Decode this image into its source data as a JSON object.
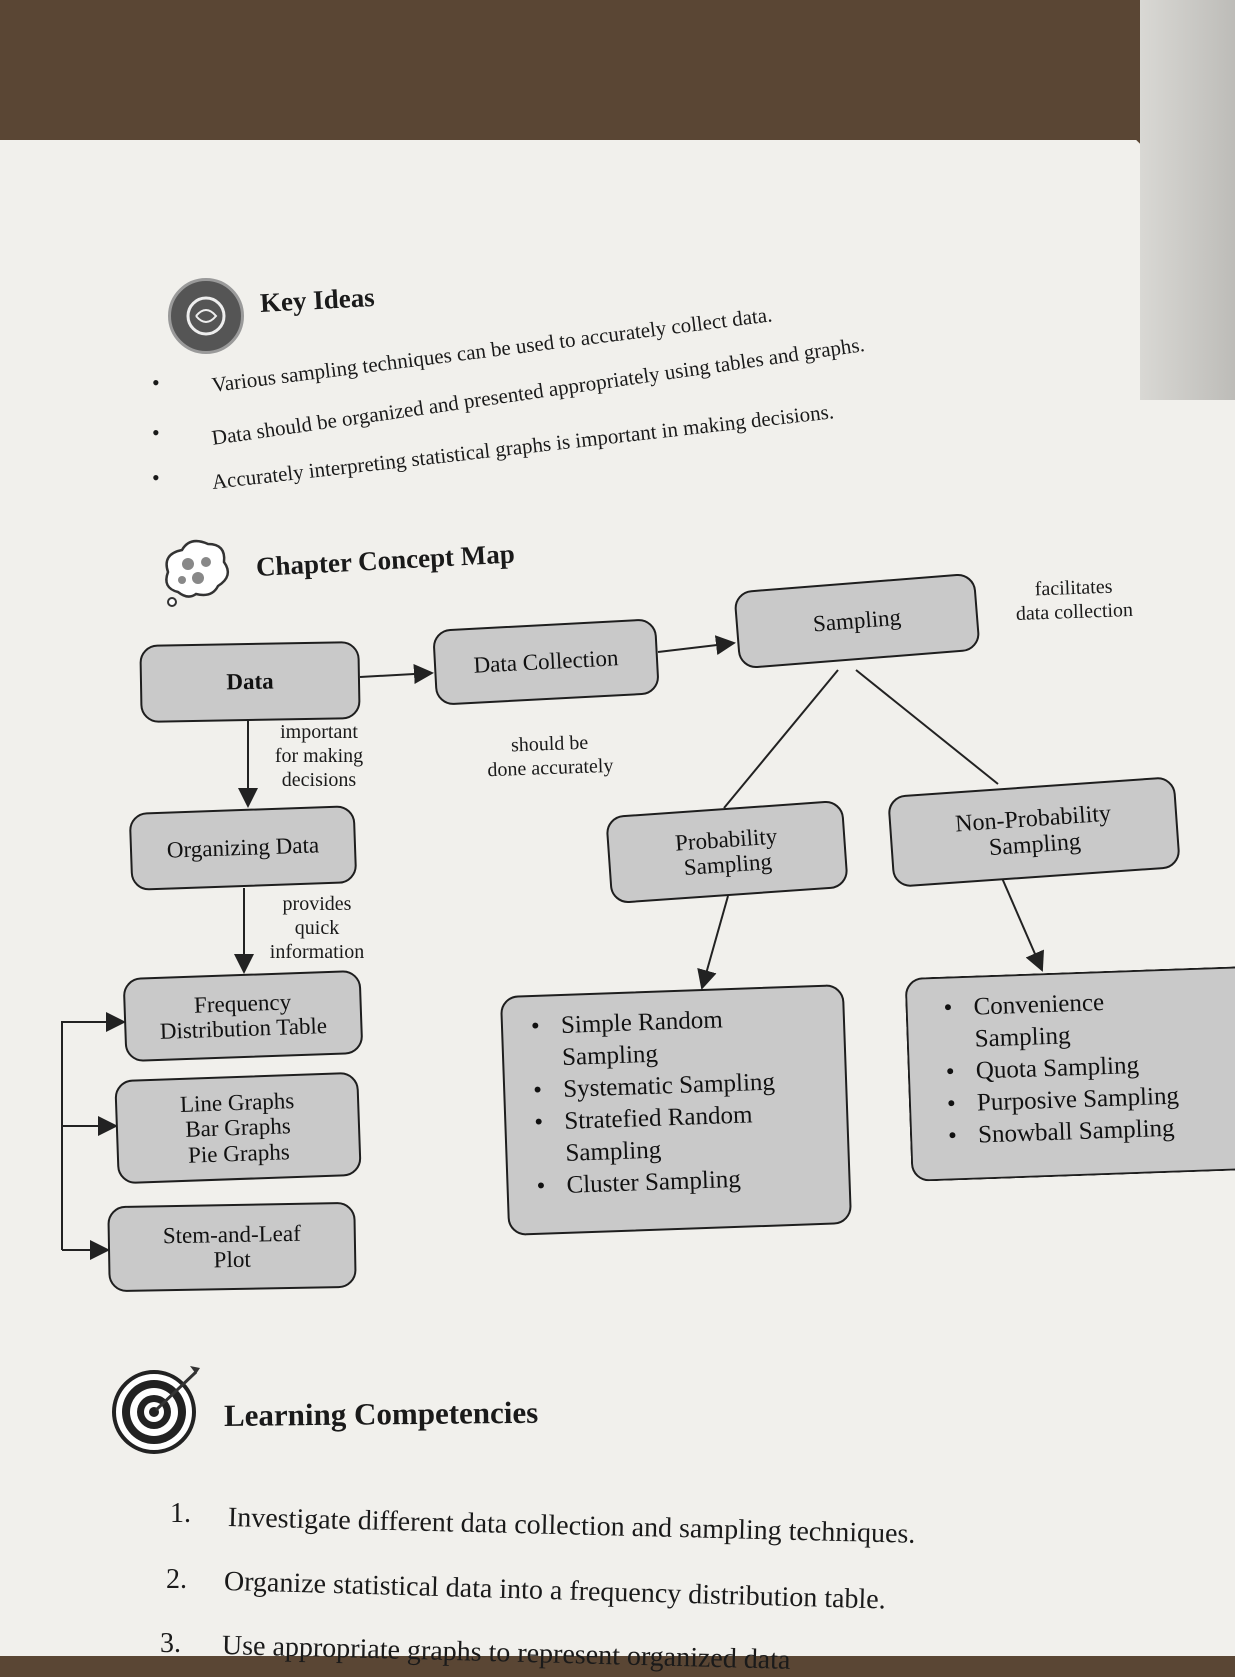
{
  "key_ideas": {
    "heading": "Key Ideas",
    "items": [
      "Various sampling techniques can be used to accurately collect data.",
      "Data should be organized and presented appropriately using tables and graphs.",
      "Accurately interpreting statistical graphs is important in making decisions."
    ]
  },
  "concept_map": {
    "heading": "Chapter Concept Map",
    "nodes": {
      "data": "Data",
      "data_collection": "Data Collection",
      "sampling": "Sampling",
      "organizing_data": "Organizing Data",
      "probability_sampling": [
        "Probability",
        "Sampling"
      ],
      "non_probability_sampling": [
        "Non-Probability",
        "Sampling"
      ],
      "frequency_table": [
        "Frequency",
        "Distribution Table"
      ],
      "graphs": [
        "Line Graphs",
        "Bar Graphs",
        "Pie Graphs"
      ],
      "stem_leaf": [
        "Stem-and-Leaf",
        "Plot"
      ],
      "probability_methods": [
        {
          "text": "Simple Random",
          "bullet": true
        },
        {
          "text": "Sampling",
          "bullet": false
        },
        {
          "text": "Systematic Sampling",
          "bullet": true
        },
        {
          "text": "Stratefied Random",
          "bullet": true
        },
        {
          "text": "Sampling",
          "bullet": false
        },
        {
          "text": "Cluster Sampling",
          "bullet": true
        }
      ],
      "non_probability_methods": [
        {
          "text": "Convenience",
          "bullet": true
        },
        {
          "text": "Sampling",
          "bullet": false
        },
        {
          "text": "Quota Sampling",
          "bullet": true
        },
        {
          "text": "Purposive Sampling",
          "bullet": true
        },
        {
          "text": "Snowball Sampling",
          "bullet": true
        }
      ]
    },
    "labels": {
      "facilitates": [
        "facilitates",
        "data collection"
      ],
      "important": [
        "important",
        "for making",
        "decisions"
      ],
      "accurately": [
        "should be",
        "done accurately"
      ],
      "provides": [
        "provides",
        "quick",
        "information"
      ]
    }
  },
  "learning_competencies": {
    "heading": "Learning Competencies",
    "items": [
      {
        "num": "1.",
        "text": "Investigate different data collection and sampling techniques."
      },
      {
        "num": "2.",
        "text": "Organize statistical data into a frequency distribution table."
      },
      {
        "num": "3.",
        "text": "Use appropriate graphs to represent organized data"
      }
    ]
  }
}
